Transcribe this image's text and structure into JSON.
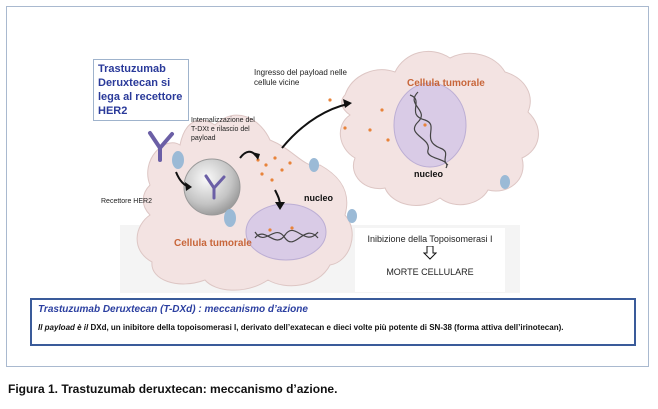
{
  "diagram": {
    "her2_box": "Trastuzumab Deruxtecan si lega al recettore HER2",
    "her2_receptor": "Recettore HER2",
    "internalization": "Internalizzazione del T-DXt e rilascio del payload",
    "payload_entry": "Ingresso del payload nelle cellule vicine",
    "tumor_cell_left": "Cellula tumorale",
    "tumor_cell_right": "Cellula tumorale",
    "nucleus_left": "nucleo",
    "nucleus_right": "nucleo",
    "topo_inhibition": "Inibizione della Topoisomerasi I",
    "cell_death": "MORTE CELLULARE"
  },
  "description": {
    "title": "Trastuzumab Deruxtecan (T-DXd) : meccanismo d’azione",
    "payload_intro": "Il payload è il",
    "payload_text": " DXd, un inibitore della topoisomerasi  I, derivato dell’exatecan e dieci volte più potente di SN-38 (forma attiva dell’irinotecan)."
  },
  "caption": "Figura 1. Trastuzumab deruxtecan: meccanismo d’azione.",
  "colors": {
    "cell_fill": "#f3e3e2",
    "nucleus_fill": "#d9cbe6",
    "cell_label": "#c8663a",
    "title_blue": "#2b3fa0",
    "payload_dot": "#e8833a"
  }
}
